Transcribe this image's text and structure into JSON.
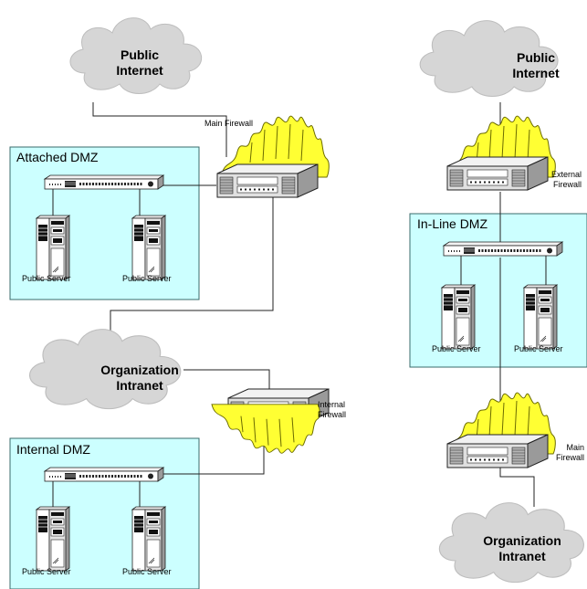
{
  "left": {
    "cloud_top": {
      "line1": "Public",
      "line2": "Internet"
    },
    "main_firewall": "Main Firewall",
    "attached_dmz": {
      "title": "Attached DMZ",
      "server1": "Public Server",
      "server2": "Public Server"
    },
    "cloud_mid": {
      "line1": "Organization",
      "line2": "Intranet"
    },
    "internal_firewall": {
      "line1": "Internal",
      "line2": "Firewall"
    },
    "internal_dmz": {
      "title": "Internal DMZ",
      "server1": "Public Server",
      "server2": "Public Server"
    }
  },
  "right": {
    "cloud_top": {
      "line1": "Public",
      "line2": "Internet"
    },
    "external_firewall": {
      "line1": "External",
      "line2": "Firewall"
    },
    "inline_dmz": {
      "title": "In-Line DMZ",
      "server1": "Public Server",
      "server2": "Public Server"
    },
    "main_firewall": {
      "line1": "Main",
      "line2": "Firewall"
    },
    "cloud_bottom": {
      "line1": "Organization",
      "line2": "Intranet"
    }
  },
  "colors": {
    "dmz_fill": "#ccffff",
    "flame_fill": "#ffff33",
    "cloud_fill": "#d6d6d6"
  },
  "icons": [
    "cloud-icon",
    "firewall-icon",
    "flame-icon",
    "switch-icon",
    "server-icon"
  ]
}
